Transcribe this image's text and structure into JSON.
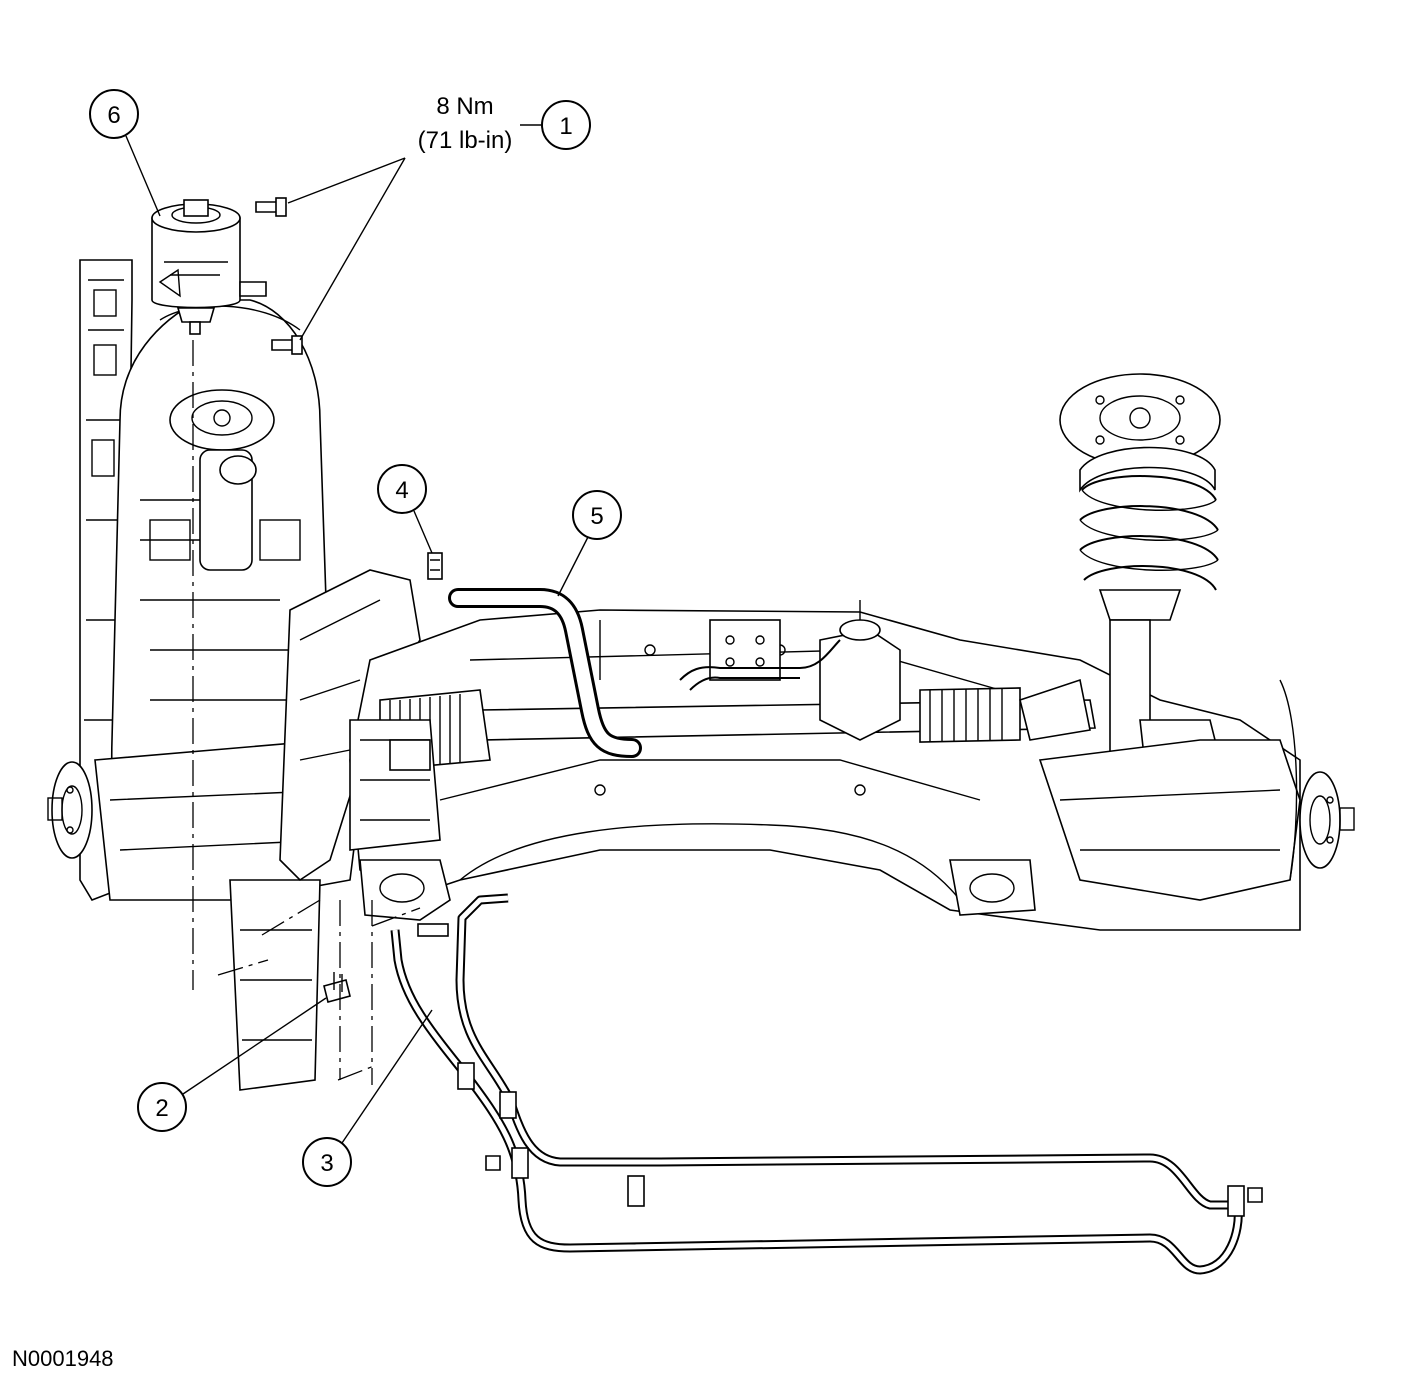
{
  "figure_id": "N0001948",
  "torque_spec": {
    "value": "8 Nm",
    "value_imperial": "(71 lb-in)"
  },
  "callouts": [
    {
      "label": "1"
    },
    {
      "label": "2"
    },
    {
      "label": "3"
    },
    {
      "label": "4"
    },
    {
      "label": "5"
    },
    {
      "label": "6"
    }
  ]
}
